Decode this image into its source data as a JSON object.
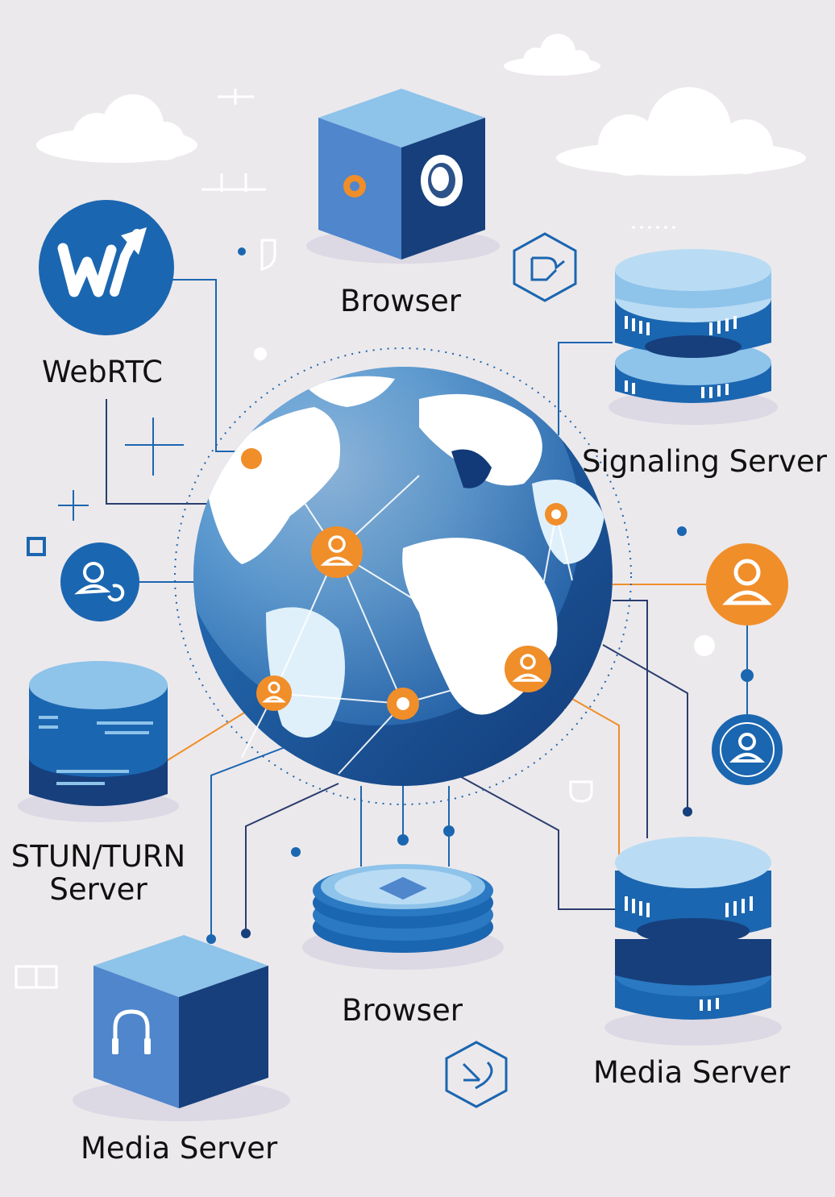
{
  "nodes": {
    "webrtc": {
      "label": "WebRTC"
    },
    "browser_top": {
      "label": "Browser"
    },
    "signaling_server": {
      "label": "Signaling Server"
    },
    "stun_turn_server": {
      "label_line1": "STUN/TURN",
      "label_line2": "Server"
    },
    "browser_bottom": {
      "label": "Browser"
    },
    "media_server_right": {
      "label": "Media Server"
    },
    "media_server_left": {
      "label": "Media Server"
    }
  },
  "icons": {
    "logo": "webrtc-logo-icon",
    "globe": "globe-icon",
    "user": "user-icon",
    "server": "server-stack-icon",
    "cube": "cube-icon",
    "puck": "device-puck-icon",
    "refresh": "refresh-hexagon-icon",
    "cloud": "cloud-icon"
  },
  "colors": {
    "background": "#ece9ec",
    "primary_blue": "#1b66b0",
    "dark_blue": "#163f7c",
    "light_blue": "#8ec3ea",
    "accent_orange": "#f08e2a",
    "line_dark": "#2a3d6e"
  }
}
